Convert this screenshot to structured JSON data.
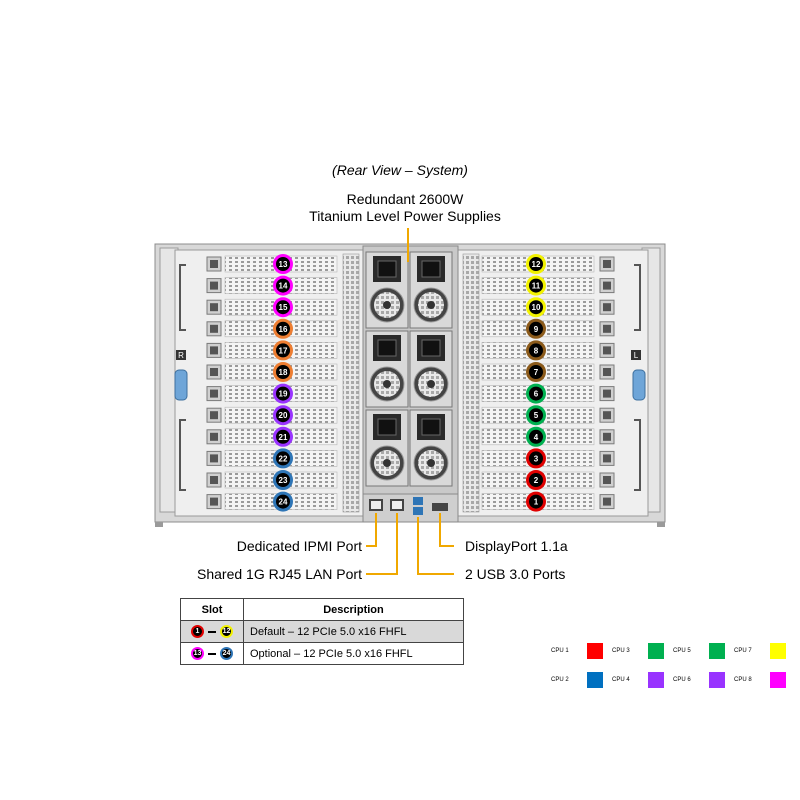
{
  "caption": "(Rear View – System)",
  "psu_callout": {
    "line1": "Redundant 2600W",
    "line2": "Titanium Level Power Supplies"
  },
  "callouts": {
    "ipmi": "Dedicated IPMI Port",
    "lan": "Shared 1G RJ45 LAN Port",
    "displayport": "DisplayPort 1.1a",
    "usb": "2 USB 3.0 Ports"
  },
  "chassis_labels": {
    "left": "R",
    "right": "L"
  },
  "colors": {
    "cpu1": "#ff0000",
    "cpu2": "#0070c0",
    "cpu3": "#00b050",
    "cpu4": "#9933ff",
    "cpu5": "#00b050",
    "cpu6": "#9933ff",
    "cpu7": "#b8860b",
    "cpu8": "#ff00ff",
    "slot_red": "#e00000",
    "slot_yellow": "#f2f200",
    "slot_brown": "#8b5a1a",
    "slot_green": "#00b050",
    "slot_blue": "#2e75b6",
    "slot_purple": "#9933ff",
    "slot_orange": "#ed7d31",
    "slot_magenta": "#ff00ff"
  },
  "slots_right": [
    {
      "num": "12",
      "color": "slot_yellow"
    },
    {
      "num": "11",
      "color": "slot_yellow"
    },
    {
      "num": "10",
      "color": "slot_yellow"
    },
    {
      "num": "9",
      "color": "slot_brown"
    },
    {
      "num": "8",
      "color": "slot_brown"
    },
    {
      "num": "7",
      "color": "slot_brown"
    },
    {
      "num": "6",
      "color": "slot_green"
    },
    {
      "num": "5",
      "color": "slot_green"
    },
    {
      "num": "4",
      "color": "slot_green"
    },
    {
      "num": "3",
      "color": "slot_red"
    },
    {
      "num": "2",
      "color": "slot_red"
    },
    {
      "num": "1",
      "color": "slot_red"
    }
  ],
  "slots_left": [
    {
      "num": "13",
      "color": "slot_magenta"
    },
    {
      "num": "14",
      "color": "slot_magenta"
    },
    {
      "num": "15",
      "color": "slot_magenta"
    },
    {
      "num": "16",
      "color": "slot_orange"
    },
    {
      "num": "17",
      "color": "slot_orange"
    },
    {
      "num": "18",
      "color": "slot_orange"
    },
    {
      "num": "19",
      "color": "slot_purple"
    },
    {
      "num": "20",
      "color": "slot_purple"
    },
    {
      "num": "21",
      "color": "slot_purple"
    },
    {
      "num": "22",
      "color": "slot_blue"
    },
    {
      "num": "23",
      "color": "slot_blue"
    },
    {
      "num": "24",
      "color": "slot_blue"
    }
  ],
  "table": {
    "headers": [
      "Slot",
      "Description"
    ],
    "rows": [
      {
        "from": "1",
        "from_color": "slot_red",
        "to": "12",
        "to_color": "slot_yellow",
        "description": "Default – 12 PCIe 5.0 x16 FHFL"
      },
      {
        "from": "13",
        "from_color": "slot_magenta",
        "to": "24",
        "to_color": "slot_blue",
        "description": "Optional – 12 PCIe 5.0 x16 FHFL"
      }
    ]
  },
  "cpu_legend": [
    {
      "label": "CPU 1",
      "color": "#ff0000"
    },
    {
      "label": "CPU 3",
      "color": "#00b050"
    },
    {
      "label": "CPU 5",
      "color": "#00b050"
    },
    {
      "label": "CPU 7",
      "color": "#ffff00"
    },
    {
      "label": "CPU 2",
      "color": "#0070c0"
    },
    {
      "label": "CPU 4",
      "color": "#9933ff"
    },
    {
      "label": "CPU 6",
      "color": "#9933ff"
    },
    {
      "label": "CPU 8",
      "color": "#ff00ff"
    }
  ]
}
